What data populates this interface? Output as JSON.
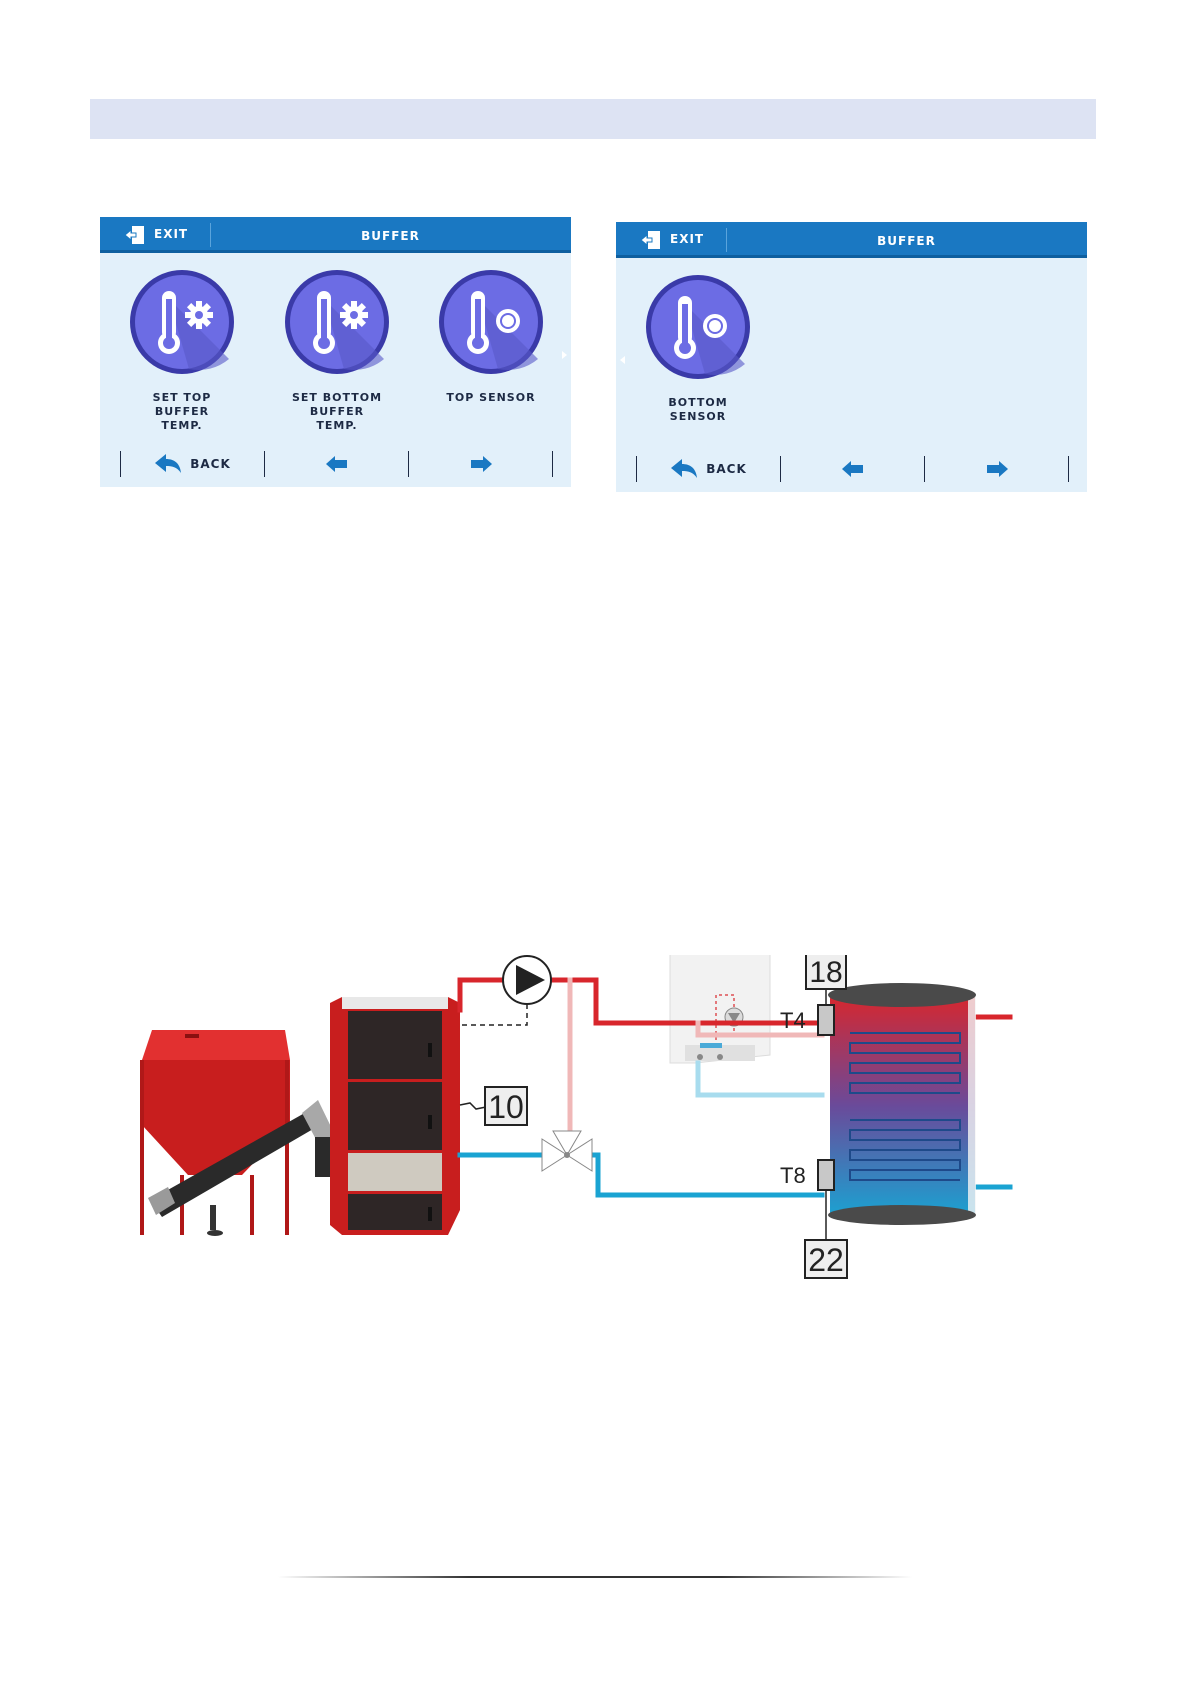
{
  "screens": [
    {
      "exit_label": "EXIT",
      "title": "BUFFER",
      "tiles": [
        {
          "label": "SET TOP\nBUFFER\nTEMP.",
          "icon": "thermometer-gear-icon"
        },
        {
          "label": "SET BOTTOM\nBUFFER\nTEMP.",
          "icon": "thermometer-gear-icon"
        },
        {
          "label": "TOP SENSOR",
          "icon": "thermometer-sensor-icon"
        }
      ],
      "back_label": "BACK"
    },
    {
      "exit_label": "EXIT",
      "title": "BUFFER",
      "tiles": [
        {
          "label": "BOTTOM\nSENSOR",
          "icon": "thermometer-sensor-icon"
        }
      ],
      "back_label": "BACK"
    }
  ],
  "diagram": {
    "labels": {
      "box_top": "18",
      "sensor_top": "T4",
      "box_boiler": "10",
      "sensor_bottom": "T8",
      "box_bottom": "22"
    },
    "colors": {
      "hot": "#d8262c",
      "cold": "#1aa3d2",
      "boiler_red": "#c81e1e",
      "ui_blue": "#1a78c2",
      "icon_purple": "#6c6ce4"
    }
  }
}
